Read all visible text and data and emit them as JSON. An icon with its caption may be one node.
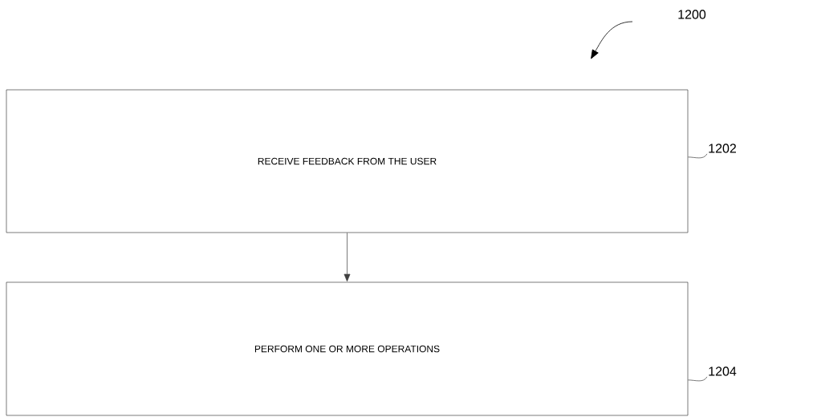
{
  "diagram": {
    "nodes": [
      {
        "text": [
          "RECEIVE FEEDBACK FROM THE USER"
        ]
      },
      {
        "text": [
          "PERFORM ONE OR MORE OPERATIONS"
        ]
      },
      {
        "text": [
          "1202"
        ]
      },
      {
        "text": [
          "1204"
        ]
      }
    ],
    "edges": [
      {
        "from": 0,
        "to": 1,
        "arrow": "to"
      },
      {
        "from": 2,
        "to": 0,
        "arrow": "none"
      },
      {
        "from": 3,
        "to": 1,
        "arrow": "none"
      }
    ],
    "labels": [
      "1200"
    ]
  }
}
